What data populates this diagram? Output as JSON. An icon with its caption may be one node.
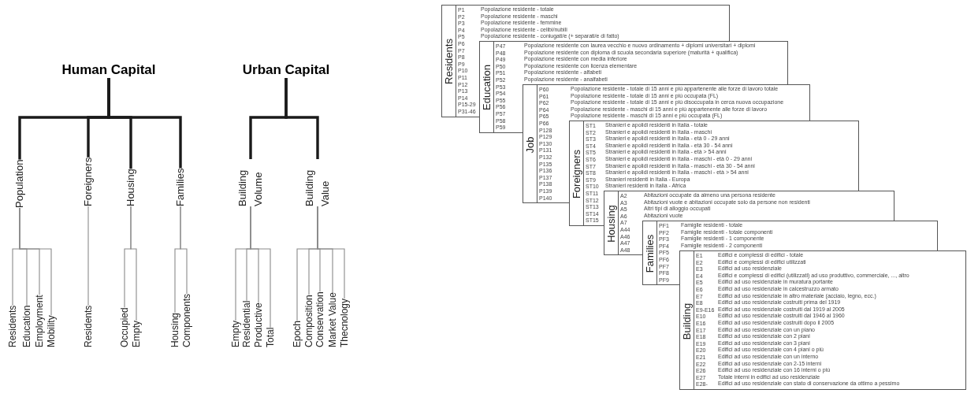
{
  "diagram": {
    "nodes": [
      {
        "text": [
          "Human Capital"
        ]
      },
      {
        "text": [
          "Urban Capital"
        ]
      },
      {
        "text": [
          "Population"
        ]
      },
      {
        "text": [
          "Foreigners"
        ]
      },
      {
        "text": [
          "Housing"
        ]
      },
      {
        "text": [
          "Families"
        ]
      },
      {
        "text": [
          "Building Volume"
        ]
      },
      {
        "text": [
          "Building Value"
        ]
      },
      {
        "text": [
          "Residents"
        ]
      },
      {
        "text": [
          "Education"
        ]
      },
      {
        "text": [
          "Employment"
        ]
      },
      {
        "text": [
          "Mobility"
        ]
      },
      {
        "text": [
          "Residents"
        ]
      },
      {
        "text": [
          "Occupied"
        ]
      },
      {
        "text": [
          "Empty"
        ]
      },
      {
        "text": [
          "Housing"
        ]
      },
      {
        "text": [
          "Components"
        ]
      },
      {
        "text": [
          "Empty"
        ]
      },
      {
        "text": [
          "Residential"
        ]
      },
      {
        "text": [
          "Productive"
        ]
      },
      {
        "text": [
          "Total"
        ]
      },
      {
        "text": [
          "Epoch"
        ]
      },
      {
        "text": [
          "Composition"
        ]
      },
      {
        "text": [
          "Conservation"
        ]
      },
      {
        "text": [
          "Market Value"
        ]
      },
      {
        "text": [
          "Thecnology"
        ]
      },
      {
        "text": [
          "Residents",
          "P1",
          "P2",
          "P3",
          "P4",
          "P5",
          "P6",
          "P7",
          "P8",
          "P9",
          "P10",
          "P11",
          "P12",
          "P13",
          "P14",
          "P15-29",
          "P31-46"
        ]
      },
      {
        "text": [
          "Popolazione residente - totale",
          "Popolazione residente - maschi",
          "Popolazione residente - femmine",
          "Popolazione residente - celibi/nubili",
          "Popolazione residente - coniugati/e (+ separati/e di fatto)"
        ]
      },
      {
        "text": [
          "Education",
          "P47",
          "P48",
          "P49",
          "P50",
          "P51",
          "P52",
          "P53",
          "P54",
          "P55",
          "P56",
          "P57",
          "P58",
          "P59"
        ]
      },
      {
        "text": [
          "Popolazione residente con laurea vecchio e nuovo ordinamento + diplomi universitari + diplomi",
          "Popolazione residente con diploma di scuola secondaria superiore (maturità + qualifica)",
          "Popolazione residente con media inferiore",
          "Popolazione residente con licenza elementare",
          "Popolazione residente - alfabeti",
          "Popolazione residente - analfabeti"
        ]
      },
      {
        "text": [
          "Job",
          "P60",
          "P61",
          "P62",
          "P64",
          "P65",
          "P66",
          "P128",
          "P129",
          "P130",
          "P131",
          "P132",
          "P135",
          "P136",
          "P137",
          "P138",
          "P139",
          "P140"
        ]
      },
      {
        "text": [
          "Popolazione residente - totale di 15 anni e più appartenente alle forze di lavoro totale",
          "Popolazione residente - totale di 15 anni e più occupata (FL)",
          "Popolazione residente - totale di 15 anni e più disoccupata in cerca nuova occupazione",
          "Popolazione residente - maschi di 15 anni e più appartenente alle forze di lavoro",
          "Popolazione residente - maschi di 15 anni e più occupata (FL)"
        ]
      },
      {
        "text": [
          "Foreigners",
          "ST1",
          "ST2",
          "ST3",
          "ST4",
          "ST5",
          "ST6",
          "ST7",
          "ST8",
          "ST9",
          "ST10",
          "ST11",
          "ST12",
          "ST13",
          "ST14",
          "ST15"
        ]
      },
      {
        "text": [
          "Stranieri e apolidi residenti in Italia - totale",
          "Stranieri e apolidi residenti in Italia - maschi",
          "Stranieri e apolidi residenti in Italia - età 0 - 29 anni",
          "Stranieri e apolidi residenti in Italia - età 30 - 54 anni",
          "Stranieri e apolidi residenti in Italia - età > 54 anni",
          "Stranieri e apolidi residenti in Italia - maschi - età 0 - 29 anni",
          "Stranieri e apolidi residenti in Italia - maschi - età 30 - 54 anni",
          "Stranieri e apolidi residenti in Italia - maschi - età > 54 anni",
          "Stranieri residenti in Italia - Europa",
          "Stranieri residenti in Italia - Africa"
        ]
      },
      {
        "text": [
          "Housing",
          "A2",
          "A3",
          "A5",
          "A6",
          "A7",
          "A44",
          "A46",
          "A47",
          "A48"
        ]
      },
      {
        "text": [
          "Abitazioni occupate da almeno una persona residente",
          "Abitazioni vuote e abitazioni occupate solo da persone non residenti",
          "Altri tipi di alloggio occupati",
          "Abitazioni vuote"
        ]
      },
      {
        "text": [
          "Families",
          "PF1",
          "PF2",
          "PF3",
          "PF4",
          "PF5",
          "PF6",
          "PF7",
          "PF8",
          "PF9"
        ]
      },
      {
        "text": [
          "Famiglie residenti - totale",
          "Famiglie residenti - totale componenti",
          "Famiglie residenti - 1 componente",
          "Famiglie residenti - 2 componenti"
        ]
      },
      {
        "text": [
          "Building",
          "E1",
          "E2",
          "E3",
          "E4",
          "E5",
          "E6",
          "E7",
          "E8",
          "E9-E16",
          "E10",
          "E16",
          "E17",
          "E18",
          "E19",
          "E20",
          "E21",
          "E22",
          "E26",
          "E27",
          "E28-"
        ]
      },
      {
        "text": [
          "Edifici e complessi di edifici - totale",
          "Edifici e complessi di edifici utilizzati",
          "Edifici ad uso residenziale",
          "Edifici e complessi di edifici (utilizzati) ad uso produttivo, commerciale, ..., altro",
          "Edifici ad uso residenziale in muratura portante",
          "Edifici ad uso residenziale in calcestruzzo armato",
          "Edifici ad uso residenziale in altro materiale (acciaio, legno, ecc.)",
          "Edifici ad uso residenziale costruiti prima del 1919",
          "Edifici ad uso residenziale costruiti dal 1919 al 2005",
          "Edifici ad uso residenziale costruiti dal 1946 al 1960",
          "Edifici ad uso residenziale costruiti dopo il 2005",
          "Edifici ad uso residenziale con un piano",
          "Edifici ad uso residenziale con 2 piani",
          "Edifici ad uso residenziale con 3 piani",
          "Edifici ad uso residenziale con 4 piani o più",
          "Edifici ad uso residenziale con un interno",
          "Edifici ad uso residenziale con 2-15 interni",
          "Edifici ad uso residenziale con 16 interni o più",
          "Totale interni in edifici ad uso residenziale",
          "Edifici ad uso residenziale con stato di conservazione da ottimo a pessimo"
        ]
      }
    ],
    "edges": [
      {
        "from": 0,
        "to": 2,
        "arrow": "none",
        "style": "thick",
        "color": "#1a1a1a"
      },
      {
        "from": 0,
        "to": 3,
        "arrow": "none",
        "style": "thick",
        "color": "#1a1a1a"
      },
      {
        "from": 0,
        "to": 4,
        "arrow": "none",
        "style": "thick",
        "color": "#1a1a1a"
      },
      {
        "from": 0,
        "to": 5,
        "arrow": "none",
        "style": "thick",
        "color": "#1a1a1a"
      },
      {
        "from": 1,
        "to": 6,
        "arrow": "none",
        "style": "thick",
        "color": "#1a1a1a"
      },
      {
        "from": 1,
        "to": 7,
        "arrow": "none",
        "style": "thick",
        "color": "#1a1a1a"
      },
      {
        "from": 2,
        "to": 8,
        "arrow": "none"
      },
      {
        "from": 2,
        "to": 9,
        "arrow": "none"
      },
      {
        "from": 2,
        "to": 10,
        "arrow": "none"
      },
      {
        "from": 2,
        "to": 11,
        "arrow": "none"
      },
      {
        "from": 3,
        "to": 12,
        "arrow": "none"
      },
      {
        "from": 4,
        "to": 13,
        "arrow": "none"
      },
      {
        "from": 4,
        "to": 14,
        "arrow": "none"
      },
      {
        "from": 5,
        "to": 15,
        "arrow": "none"
      },
      {
        "from": 5,
        "to": 16,
        "arrow": "none"
      },
      {
        "from": 6,
        "to": 17,
        "arrow": "none"
      },
      {
        "from": 6,
        "to": 18,
        "arrow": "none"
      },
      {
        "from": 6,
        "to": 19,
        "arrow": "none"
      },
      {
        "from": 6,
        "to": 20,
        "arrow": "none"
      },
      {
        "from": 7,
        "to": 21,
        "arrow": "none"
      },
      {
        "from": 7,
        "to": 22,
        "arrow": "none"
      },
      {
        "from": 7,
        "to": 23,
        "arrow": "none"
      },
      {
        "from": 7,
        "to": 24,
        "arrow": "none"
      },
      {
        "from": 7,
        "to": 25,
        "arrow": "none"
      }
    ]
  }
}
